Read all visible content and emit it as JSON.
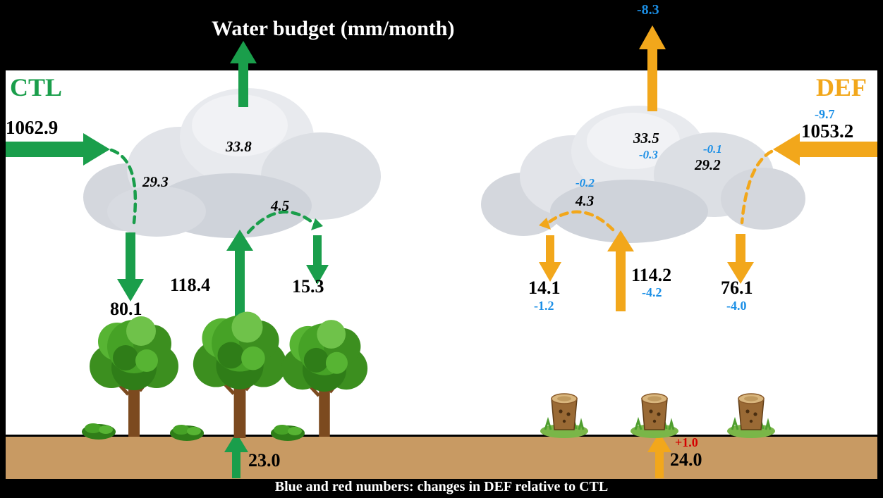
{
  "header": {
    "title": "Water budget (mm/month)"
  },
  "footer": {
    "caption": "Blue and red numbers: changes in DEF relative to CTL"
  },
  "ctl": {
    "label": "CTL",
    "inflow": "1062.9",
    "cloud_top_outflow": "33.8",
    "inflow_to_cloud": "29.3",
    "recycled_arc": "4.5",
    "precip_left": "80.1",
    "evapotranspiration": "118.4",
    "precip_right": "15.3",
    "ground_flux": "23.0"
  },
  "def": {
    "label": "DEF",
    "inflow": "1053.2",
    "inflow_diff": "-9.7",
    "top_outflow_diff": "-8.3",
    "cloud_top_outflow": "33.5",
    "cloud_top_outflow_diff": "-0.3",
    "inflow_to_cloud": "29.2",
    "inflow_to_cloud_diff": "-0.1",
    "recycled_arc": "4.3",
    "recycled_arc_diff": "-0.2",
    "precip_left": "14.1",
    "precip_left_diff": "-1.2",
    "evapotranspiration": "114.2",
    "evapotranspiration_diff": "-4.2",
    "precip_right": "76.1",
    "precip_right_diff": "-4.0",
    "ground_flux": "24.0",
    "ground_flux_diff": "+1.0"
  },
  "colors": {
    "green": "#1a9e4b",
    "orange": "#f2a71b",
    "blue": "#1b8fe6",
    "red": "#d40000",
    "ground": "#c89a63",
    "cloud": "#dcdfe4"
  }
}
